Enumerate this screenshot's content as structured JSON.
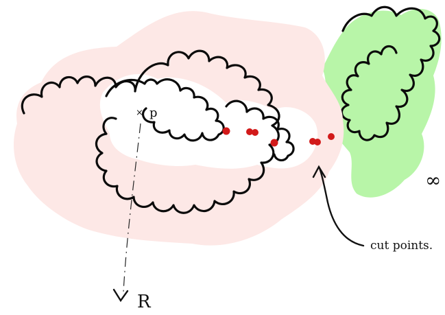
{
  "diagram": {
    "labels": {
      "point_p": "p",
      "point_R": "R",
      "infinity": "∞",
      "cut_points": "cut points."
    },
    "colors": {
      "main_region": "#fde8e6",
      "infinite_component": "#b8f5a8",
      "cut_point": "#d21a1a",
      "outline": "#0b0b0b"
    },
    "cut_point_count": 7
  }
}
